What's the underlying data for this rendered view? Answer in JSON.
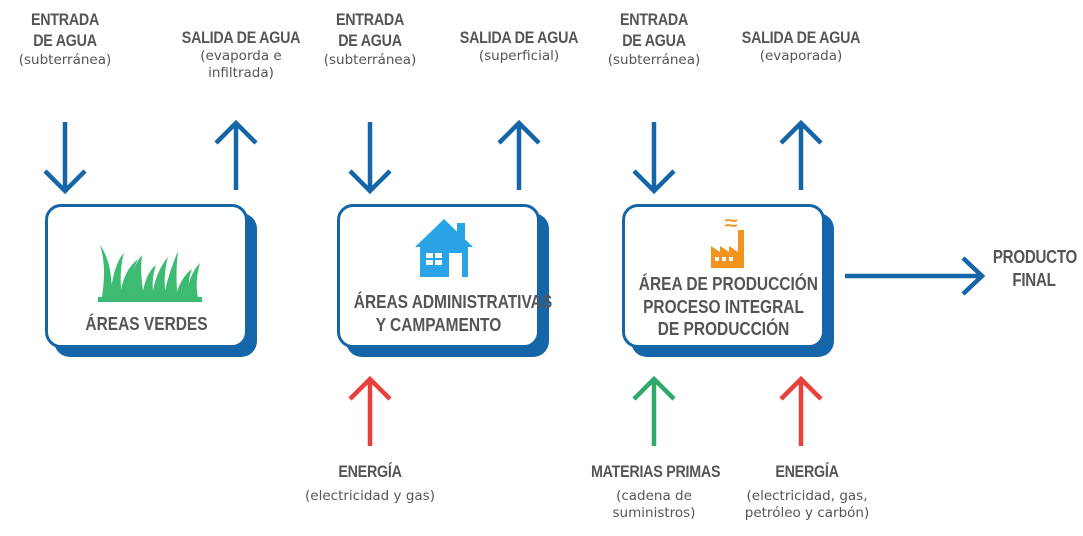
{
  "colors": {
    "water_arrow": "#1565a9",
    "energy_arrow": "#e8413c",
    "materials_arrow": "#2eab6a",
    "box_border": "#1565a9",
    "grass": "#3dbb72",
    "house": "#2aa4e6",
    "factory": "#f3931f"
  },
  "units": [
    {
      "inflow": {
        "title": [
          "ENTRADA",
          "DE AGUA"
        ],
        "detail": [
          "(subterránea)"
        ]
      },
      "outflow": {
        "title": [
          "SALIDA DE AGUA"
        ],
        "detail": [
          "(evaporda e",
          "infiltrada)"
        ]
      },
      "area": {
        "title": [
          "ÁREAS VERDES"
        ],
        "icon": "grass-icon"
      },
      "bottom_inputs": []
    },
    {
      "inflow": {
        "title": [
          "ENTRADA",
          "DE AGUA"
        ],
        "detail": [
          "(subterránea)"
        ]
      },
      "outflow": {
        "title": [
          "SALIDA DE AGUA"
        ],
        "detail": [
          "(superficial)"
        ]
      },
      "area": {
        "title": [
          "ÁREAS ADMINISTRATIVAS",
          "Y CAMPAMENTO"
        ],
        "icon": "house-icon"
      },
      "bottom_inputs": [
        {
          "title": [
            "ENERGÍA"
          ],
          "detail": [
            "(electricidad y gas)"
          ]
        }
      ]
    },
    {
      "inflow": {
        "title": [
          "ENTRADA",
          "DE AGUA"
        ],
        "detail": [
          "(subterránea)"
        ]
      },
      "outflow": {
        "title": [
          "SALIDA DE AGUA"
        ],
        "detail": [
          "(evaporada)"
        ]
      },
      "area": {
        "title": [
          "ÁREA DE PRODUCCIÓN",
          "PROCESO INTEGRAL",
          "DE PRODUCCIÓN"
        ],
        "icon": "factory-icon"
      },
      "bottom_inputs": [
        {
          "title": [
            "MATERIAS PRIMAS"
          ],
          "detail": [
            "(cadena de",
            "suministros)"
          ]
        },
        {
          "title": [
            "ENERGÍA"
          ],
          "detail": [
            "(electricidad, gas,",
            "petróleo y carbón)"
          ]
        }
      ]
    }
  ],
  "output": {
    "title": [
      "PRODUCTO",
      "FINAL"
    ]
  }
}
